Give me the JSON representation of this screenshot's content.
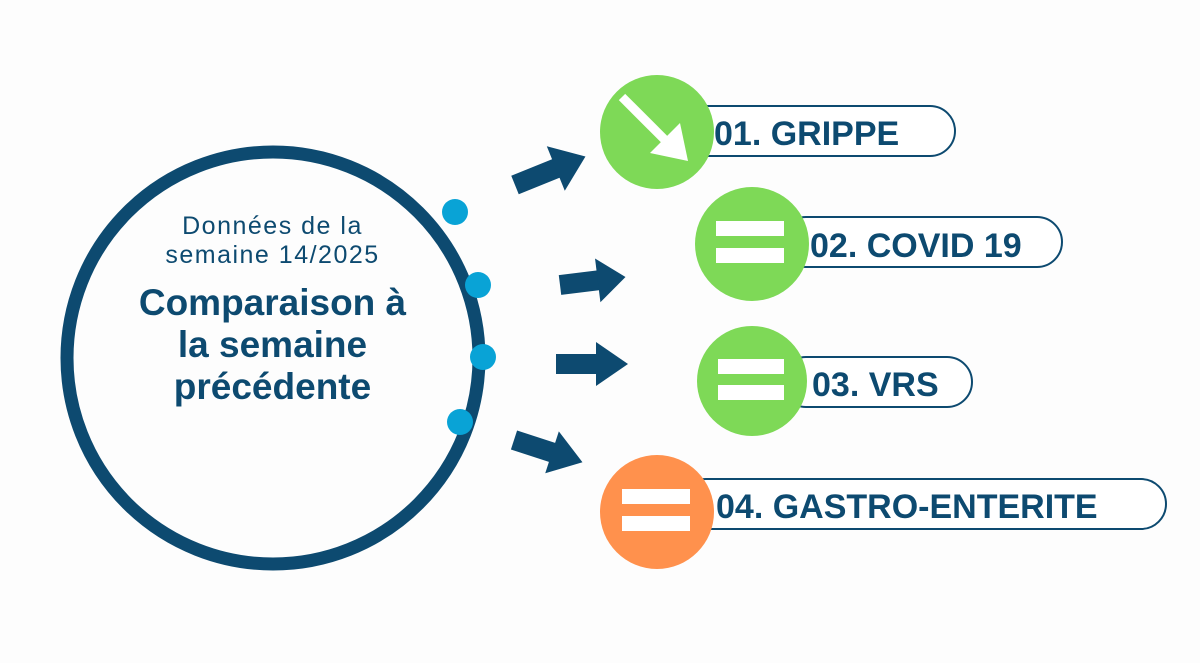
{
  "center": {
    "subtitle_line1": "Données de la",
    "subtitle_line2": "semaine 14/2025",
    "title_line1": "Comparaison à",
    "title_line2": "la semaine",
    "title_line3": "précédente"
  },
  "items": [
    {
      "label": "01. GRIPPE",
      "trend": "down",
      "icon": "arrow-down-right-icon",
      "color": "#7ed957"
    },
    {
      "label": "02. COVID 19",
      "trend": "stable",
      "icon": "equals-icon",
      "color": "#7ed957"
    },
    {
      "label": "03. VRS",
      "trend": "stable",
      "icon": "equals-icon",
      "color": "#7ed957"
    },
    {
      "label": "04. GASTRO-ENTERITE",
      "trend": "stable",
      "icon": "equals-icon",
      "color": "#ff914d"
    }
  ],
  "colors": {
    "navy": "#0d4a70",
    "dot": "#09a3d6",
    "green": "#7ed957",
    "orange": "#ff914d"
  }
}
